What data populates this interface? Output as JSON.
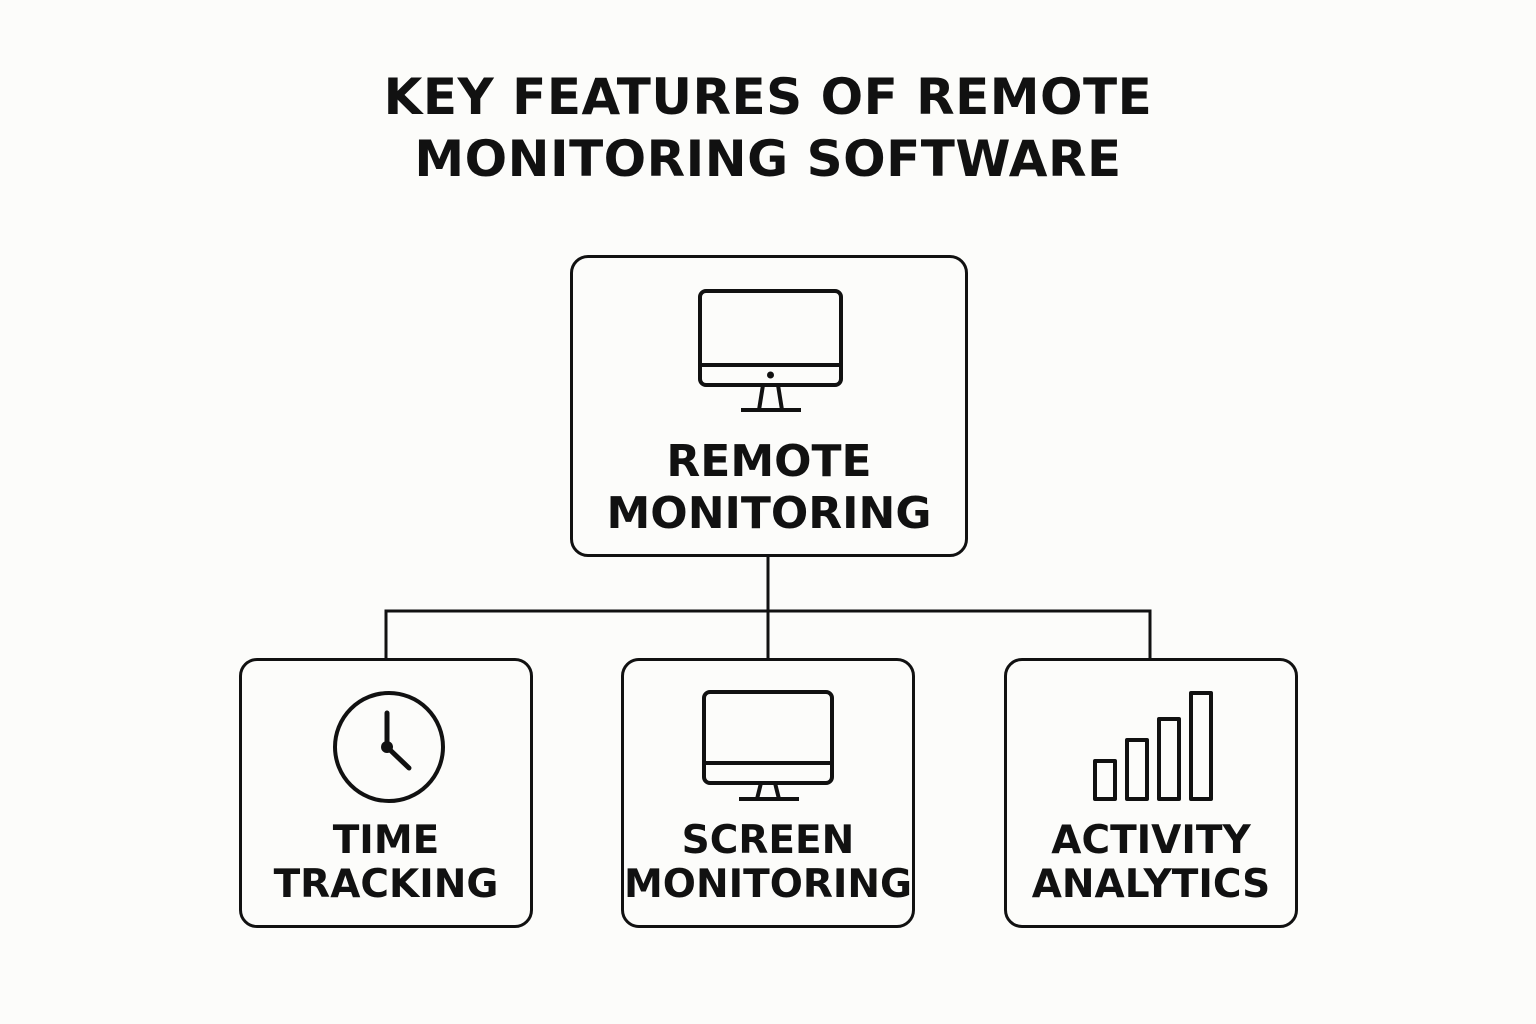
{
  "title": {
    "line1": "KEY FEATURES OF REMOTE",
    "line2": "MONITORING SOFTWARE"
  },
  "root": {
    "icon": "desktop-monitor-icon",
    "label_line1": "REMOTE",
    "label_line2": "MONITORING"
  },
  "children": [
    {
      "icon": "clock-icon",
      "label_line1": "TIME",
      "label_line2": "TRACKING"
    },
    {
      "icon": "desktop-monitor-icon",
      "label_line1": "SCREEN",
      "label_line2": "MONITORING"
    },
    {
      "icon": "bar-chart-icon",
      "label_line1": "ACTIVITY",
      "label_line2": "ANALYTICS"
    }
  ],
  "colors": {
    "stroke": "#111111",
    "background": "#fcfcfa"
  }
}
